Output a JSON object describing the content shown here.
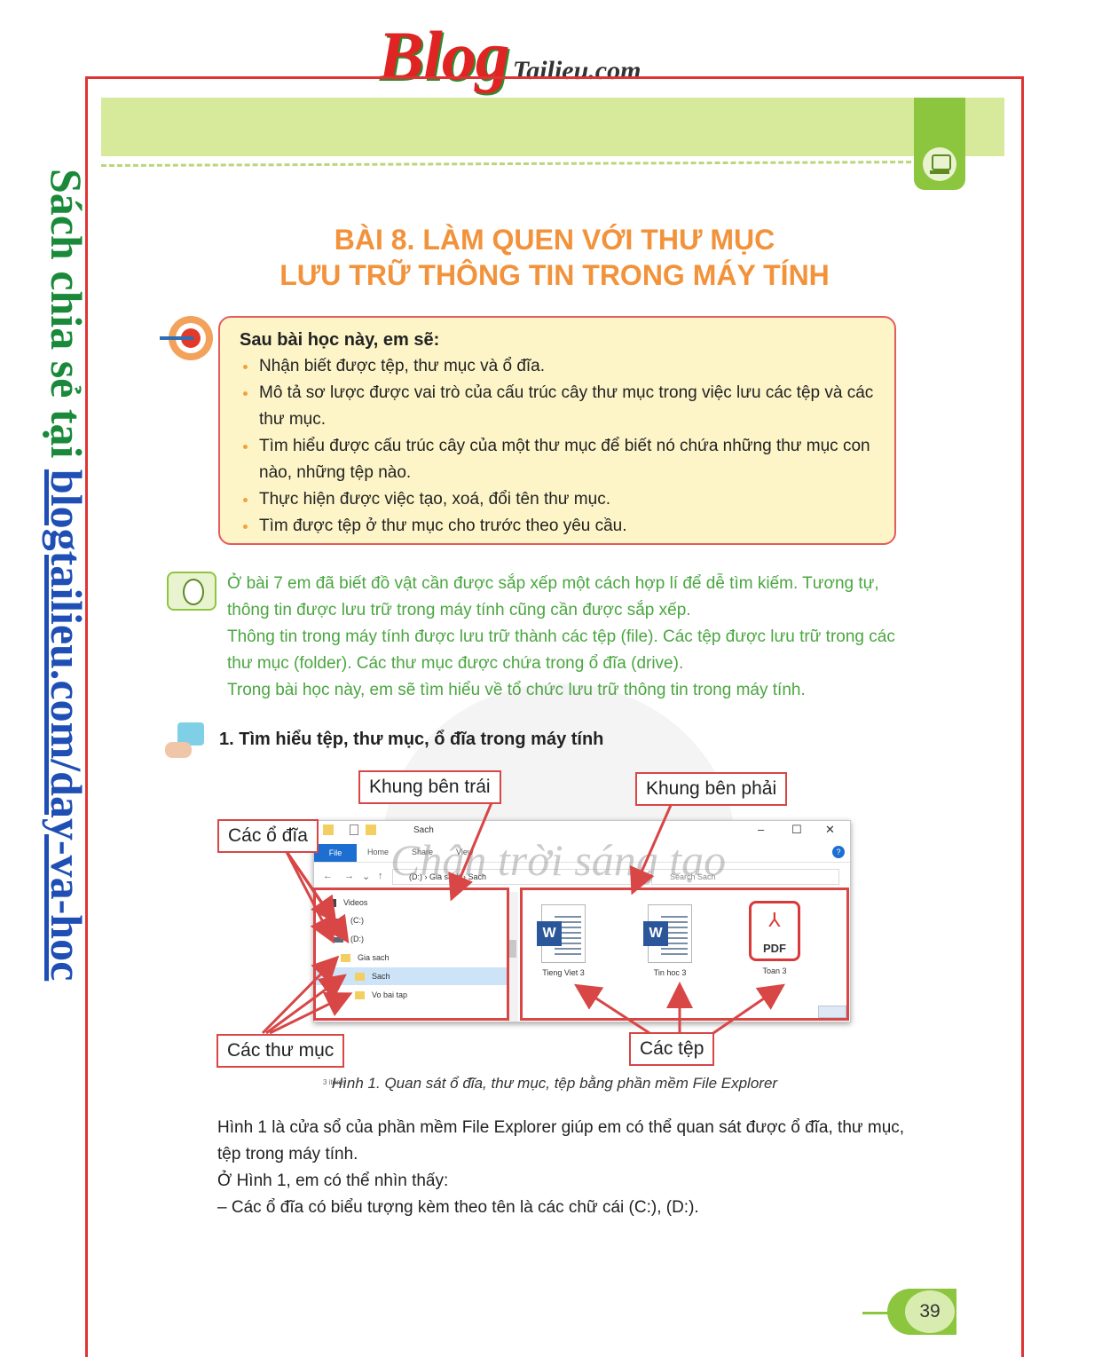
{
  "logo": {
    "blog": "Blog",
    "site": "Tailieu.com"
  },
  "side_banner": {
    "prefix": "Sách chia sẻ tại ",
    "link": "blogtailieu.com/day-va-hoc"
  },
  "lesson": {
    "title_line1": "BÀI 8. LÀM QUEN VỚI THƯ MỤC",
    "title_line2": "LƯU TRỮ THÔNG TIN TRONG MÁY TÍNH"
  },
  "objectives": {
    "heading": "Sau bài học này, em sẽ:",
    "items": [
      "Nhận biết được tệp, thư mục và ổ đĩa.",
      "Mô tả sơ lược được vai trò của cấu trúc cây thư mục trong việc lưu các tệp và các thư mục.",
      "Tìm hiểu được cấu trúc cây của một thư mục để biết nó chứa những thư mục con nào, những tệp nào.",
      "Thực hiện được việc tạo, xoá, đổi tên thư mục.",
      "Tìm được tệp ở thư mục cho trước theo yêu cầu."
    ]
  },
  "intro": [
    "Ở bài 7 em đã biết đồ vật cần được sắp xếp một cách hợp lí để dễ tìm kiếm. Tương tự, thông tin được lưu trữ trong máy tính cũng cần được sắp xếp.",
    "Thông tin trong máy tính được lưu trữ thành các tệp (file). Các tệp được lưu trữ trong các thư mục (folder). Các thư mục được chứa trong ổ đĩa (drive).",
    "Trong bài học này, em sẽ tìm hiểu về tổ chức lưu trữ thông tin trong máy tính."
  ],
  "section1": {
    "title": "1. Tìm hiểu tệp, thư mục, ổ đĩa trong máy tính"
  },
  "figure": {
    "callouts": {
      "left_pane": "Khung bên trái",
      "right_pane": "Khung bên phải",
      "drives": "Các ổ đĩa",
      "folders": "Các thư mục",
      "files": "Các tệp"
    },
    "watermark": "Chân trời sáng tạo",
    "explorer": {
      "title": "Sach",
      "controls": {
        "minimize": "–",
        "maximize": "☐",
        "close": "✕"
      },
      "ribbon": {
        "file": "File",
        "home": "Home",
        "share": "Share",
        "view": "View",
        "help": "?"
      },
      "nav": {
        "back": "←",
        "forward": "→",
        "recent": "⌄",
        "up": "↑"
      },
      "address": "(D:)  ›  Gia sach  ›  Sach",
      "search_placeholder": "Search Sach",
      "tree": [
        {
          "label": "Videos"
        },
        {
          "label": "(C:)"
        },
        {
          "label": "(D:)"
        },
        {
          "label": "Gia sach"
        },
        {
          "label": "Sach"
        },
        {
          "label": "Vo bai tap"
        }
      ],
      "status": "3 items",
      "files": [
        {
          "name": "Tieng Viet 3",
          "badge": "W"
        },
        {
          "name": "Tin hoc 3",
          "badge": "W"
        },
        {
          "name": "Toan 3",
          "badge": "PDF",
          "symbol": "⅄"
        }
      ]
    },
    "caption": "Hình 1. Quan sát ổ đĩa, thư mục, tệp bằng phần mềm File Explorer"
  },
  "body": [
    "Hình 1 là cửa sổ của phần mềm File Explorer giúp em có thể quan sát được ổ đĩa, thư mục, tệp trong máy tính.",
    "Ở Hình 1, em có thể nhìn thấy:",
    "– Các ổ đĩa có biểu tượng kèm theo tên là các chữ cái (C:), (D:)."
  ],
  "page_number": "39",
  "colors": {
    "frame": "#e03434",
    "title": "#f2923a",
    "intro_text": "#4aa640",
    "band": "#d7ea9c",
    "accent_green": "#8cc63f"
  }
}
